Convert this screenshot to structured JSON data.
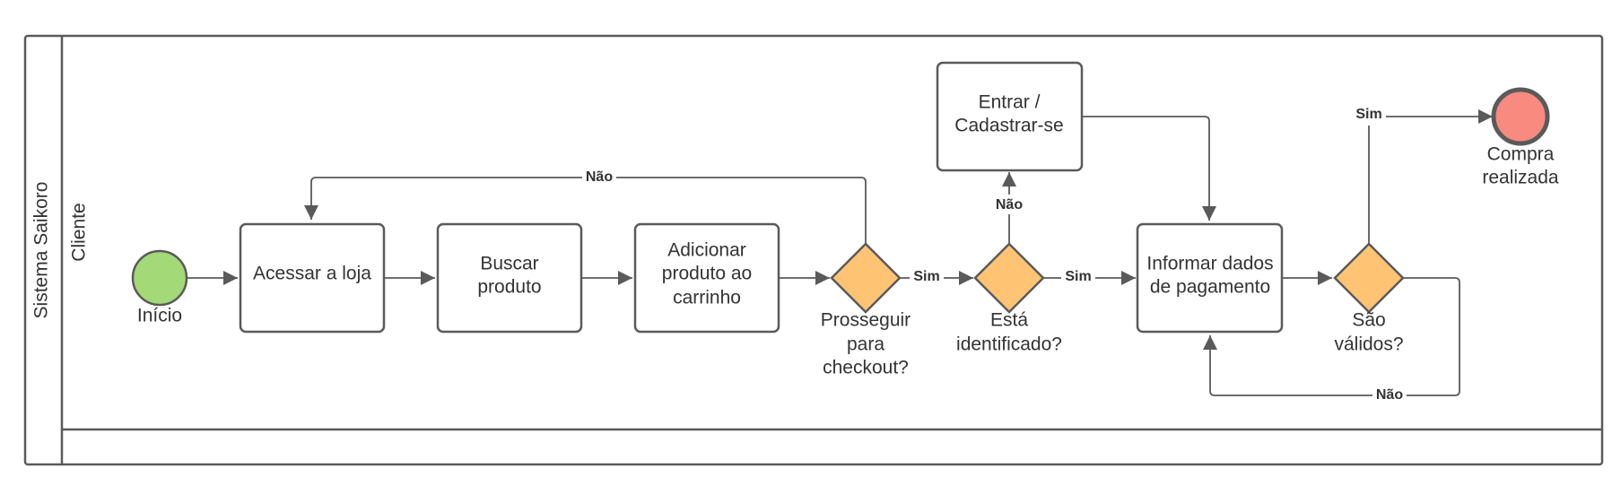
{
  "diagram": {
    "pool_title": "Sistema Saikoro",
    "lane_title": "Cliente",
    "colors": {
      "stroke": "#5a5a5a",
      "start_fill": "#a3d977",
      "end_fill": "#f88a80",
      "gateway_fill": "#ffc374",
      "task_fill": "#ffffff",
      "text": "#333333"
    },
    "events": {
      "start": {
        "label": "Início"
      },
      "end": {
        "label_line1": "Compra",
        "label_line2": "realizada"
      }
    },
    "tasks": {
      "acessar": {
        "line1": "Acessar a loja"
      },
      "buscar": {
        "line1": "Buscar",
        "line2": "produto"
      },
      "adicionar": {
        "line1": "Adicionar",
        "line2": "produto ao",
        "line3": "carrinho"
      },
      "entrar": {
        "line1": "Entrar /",
        "line2": "Cadastrar-se"
      },
      "informar": {
        "line1": "Informar dados",
        "line2": "de pagamento"
      }
    },
    "gateways": {
      "checkout": {
        "line1": "Prosseguir",
        "line2": "para",
        "line3": "checkout?"
      },
      "identificado": {
        "line1": "Está",
        "line2": "identificado?"
      },
      "validos": {
        "line1": "São",
        "line2": "válidos?"
      }
    },
    "edges": {
      "checkout_no": "Não",
      "checkout_yes": "Sim",
      "identificado_no": "Não",
      "identificado_yes": "Sim",
      "validos_yes": "Sim",
      "validos_no": "Não"
    }
  }
}
